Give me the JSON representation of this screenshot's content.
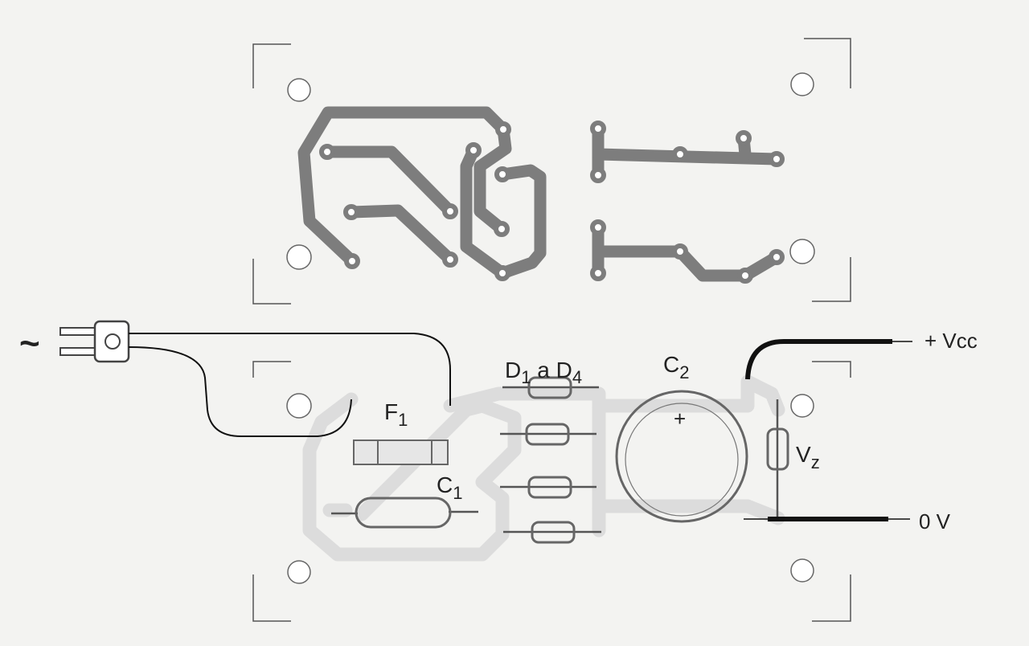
{
  "labels": {
    "ac_symbol": "~",
    "diodes": {
      "main": "D",
      "sub1": "1",
      "mid": " a D",
      "sub2": "4"
    },
    "c2": {
      "main": "C",
      "sub": "2"
    },
    "c2_polarity": "+",
    "vcc": "+ Vcc",
    "fuse": {
      "main": "F",
      "sub": "1"
    },
    "c1": {
      "main": "C",
      "sub": "1"
    },
    "zener": {
      "main": "V",
      "sub": "z"
    },
    "ground": "0 V"
  },
  "colors": {
    "copper_trace": "#7d7d7d",
    "silkscreen_trace": "#dcdcdc",
    "wire": "#111111"
  }
}
